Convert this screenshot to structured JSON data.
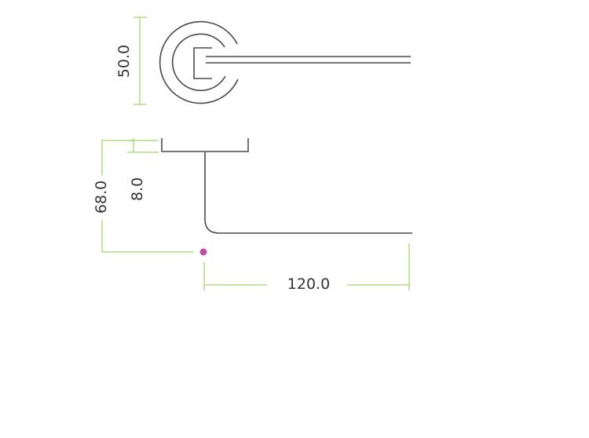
{
  "colors": {
    "outline": "#4a4a4a",
    "dimension": "#a6d36b",
    "label": "#333333",
    "datum_point": "#c04fa6"
  },
  "dimensions": {
    "rose_diameter": "50.0",
    "rose_depth": "8.0",
    "lever_height": "68.0",
    "lever_length": "120.0"
  }
}
